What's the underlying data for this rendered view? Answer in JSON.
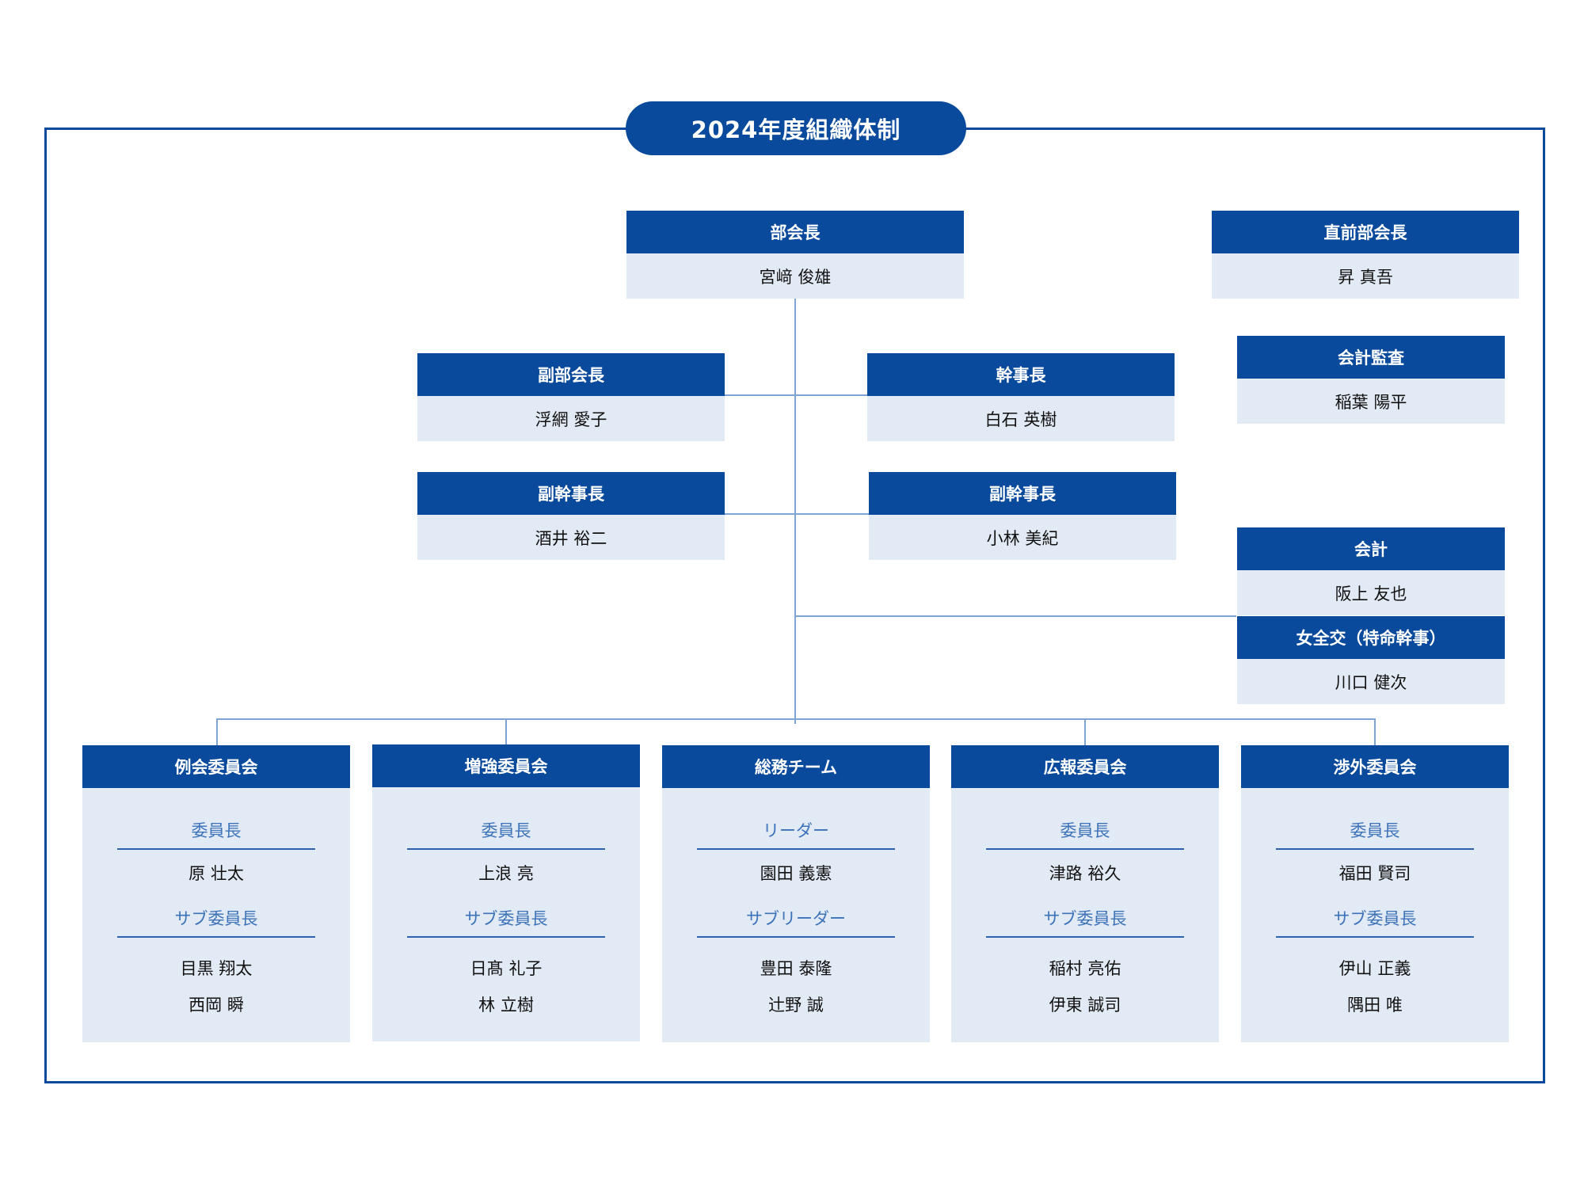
{
  "title": "2024年度組織体制",
  "president": {
    "role": "部会長",
    "name": "宮﨑 俊雄"
  },
  "past_president": {
    "role": "直前部会長",
    "name": "昇 真吾"
  },
  "auditor": {
    "role": "会計監査",
    "name": "稲葉 陽平"
  },
  "vice_president": {
    "role": "副部会長",
    "name": "浮網 愛子"
  },
  "secretary_general": {
    "role": "幹事長",
    "name": "白石 英樹"
  },
  "vice_secretary_1": {
    "role": "副幹事長",
    "name": "酒井 裕二"
  },
  "vice_secretary_2": {
    "role": "副幹事長",
    "name": "小林 美紀"
  },
  "treasurer": {
    "role": "会計",
    "name": "阪上 友也"
  },
  "special_secretary": {
    "role": "女全交（特命幹事）",
    "name": "川口 健次"
  },
  "committees": [
    {
      "name": "例会委員会",
      "chief_role": "委員長",
      "chief": "原 壮太",
      "sub_role": "サブ委員長",
      "sub1": "目黒 翔太",
      "sub2": "西岡 瞬"
    },
    {
      "name": "増強委員会",
      "chief_role": "委員長",
      "chief": "上浪 亮",
      "sub_role": "サブ委員長",
      "sub1": "日髙 礼子",
      "sub2": "林 立樹"
    },
    {
      "name": "総務チーム",
      "chief_role": "リーダー",
      "chief": "園田 義憲",
      "sub_role": "サブリーダー",
      "sub1": "豊田 泰隆",
      "sub2": "辻野 誠"
    },
    {
      "name": "広報委員会",
      "chief_role": "委員長",
      "chief": "津路 裕久",
      "sub_role": "サブ委員長",
      "sub1": "稲村 亮佑",
      "sub2": "伊東 誠司"
    },
    {
      "name": "渉外委員会",
      "chief_role": "委員長",
      "chief": "福田 賢司",
      "sub_role": "サブ委員長",
      "sub1": "伊山 正義",
      "sub2": "隅田 唯"
    }
  ],
  "colors": {
    "header": "#0a4a9c",
    "body": "#e2eaf5",
    "connector": "#7ea4d4",
    "role_text": "#3c72b8"
  }
}
